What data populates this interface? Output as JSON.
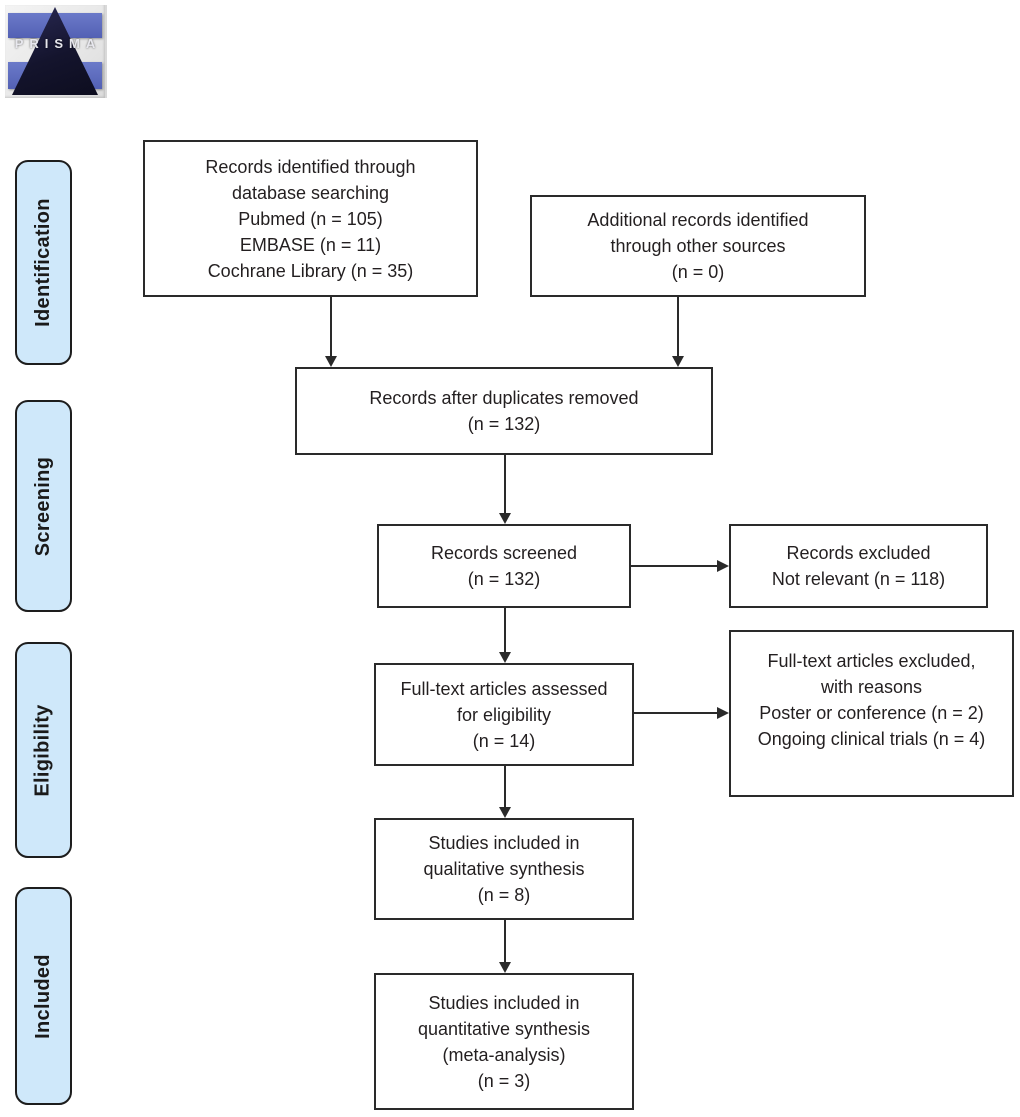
{
  "logo": {
    "text": "PRISMA"
  },
  "colors": {
    "stage_fill": "#cfe8fa",
    "box_border": "#2a2a2a",
    "text": "#231f20",
    "logo_bar_blue": "#5b6abf",
    "logo_triangle_navy": "#14142d",
    "logo_background_gray": "#e9e9e9"
  },
  "sidebar": {
    "stages": [
      {
        "label": "Identification"
      },
      {
        "label": "Screening"
      },
      {
        "label": "Eligibility"
      },
      {
        "label": "Included"
      }
    ]
  },
  "diagram": {
    "type": "prisma-flowchart",
    "nodes": [
      {
        "id": "records-identified",
        "stage": "Identification",
        "lines": [
          "Records identified through",
          "database searching",
          "Pubmed (n = 105)",
          "EMBASE (n = 11)",
          "Cochrane Library (n = 35)"
        ]
      },
      {
        "id": "additional-records",
        "stage": "Identification",
        "lines": [
          "Additional records identified",
          "through other sources",
          "(n = 0)"
        ]
      },
      {
        "id": "after-duplicates",
        "stage": "Screening",
        "lines": [
          "Records after duplicates removed",
          "(n = 132)"
        ]
      },
      {
        "id": "records-screened",
        "stage": "Screening",
        "lines": [
          "Records screened",
          "(n = 132)"
        ]
      },
      {
        "id": "records-excluded",
        "stage": "Screening",
        "lines": [
          "Records excluded",
          "Not relevant (n = 118)"
        ]
      },
      {
        "id": "fulltext-assessed",
        "stage": "Eligibility",
        "lines": [
          "Full-text articles assessed",
          "for eligibility",
          "(n = 14)"
        ]
      },
      {
        "id": "fulltext-excluded",
        "stage": "Eligibility",
        "lines": [
          "Full-text articles excluded,",
          "with reasons",
          "Poster or conference (n = 2)",
          "Ongoing clinical trials (n = 4)"
        ]
      },
      {
        "id": "qualitative-synthesis",
        "stage": "Included",
        "lines": [
          "Studies included in",
          "qualitative synthesis",
          "(n = 8)"
        ]
      },
      {
        "id": "quantitative-synthesis",
        "stage": "Included",
        "lines": [
          "Studies included in",
          "quantitative synthesis",
          "(meta-analysis)",
          "(n = 3)"
        ]
      }
    ],
    "edges": [
      {
        "from": "records-identified",
        "to": "after-duplicates"
      },
      {
        "from": "additional-records",
        "to": "after-duplicates"
      },
      {
        "from": "after-duplicates",
        "to": "records-screened"
      },
      {
        "from": "records-screened",
        "to": "records-excluded"
      },
      {
        "from": "records-screened",
        "to": "fulltext-assessed"
      },
      {
        "from": "fulltext-assessed",
        "to": "fulltext-excluded"
      },
      {
        "from": "fulltext-assessed",
        "to": "qualitative-synthesis"
      },
      {
        "from": "qualitative-synthesis",
        "to": "quantitative-synthesis"
      }
    ]
  }
}
